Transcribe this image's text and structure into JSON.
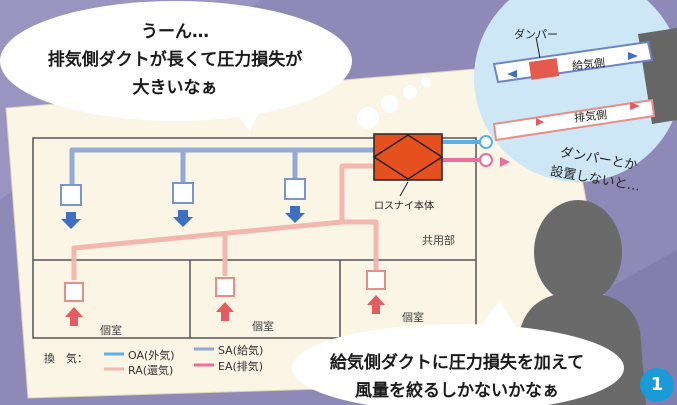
{
  "thought_bubble": {
    "lines": [
      "うーん…",
      "排気側ダクトが長くて圧力損失が",
      "大きいなぁ"
    ]
  },
  "speech_bubble": {
    "lines": [
      "給気側ダクトに圧力損失を加えて",
      "風量を絞るしかないかなぁ"
    ]
  },
  "zoom_callout": {
    "damper_label": "ダンパー",
    "supply_duct_label": "給気側",
    "exhaust_duct_label": "排気側"
  },
  "person_comment": {
    "lines": [
      "ダンパーとか",
      "設置しないと…"
    ]
  },
  "floor_plan": {
    "unit_label": "ロスナイ本体",
    "common_area_label": "共用部",
    "rooms": [
      "個室",
      "個室",
      "個室"
    ]
  },
  "legend": {
    "title": "換　気：",
    "items": [
      {
        "label": "OA(外気)",
        "color": "#5ab0e6"
      },
      {
        "label": "SA(給気)",
        "color": "#93a9d6"
      },
      {
        "label": "RA(還気)",
        "color": "#f2b8b0"
      },
      {
        "label": "EA(排気)",
        "color": "#ea6f9c"
      }
    ]
  },
  "page_number": "1",
  "colors": {
    "background": "#8e89b6",
    "paper": "#faf5e4",
    "supply_duct": "#93a9d6",
    "return_duct": "#f2b8b0",
    "unit_fill": "#e6501e",
    "accent_blue": "#1a9ad6"
  }
}
